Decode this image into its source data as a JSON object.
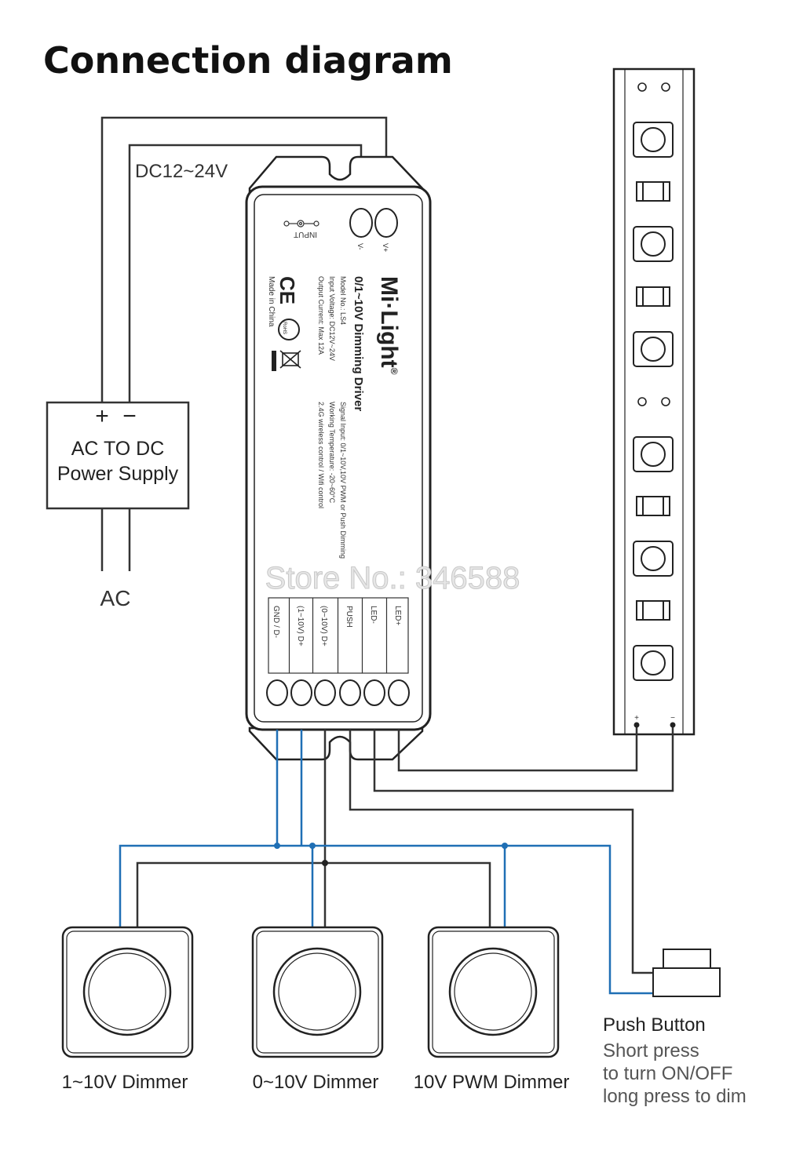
{
  "title": "Connection diagram",
  "power_supply": {
    "voltage_label": "DC12~24V",
    "plus": "+",
    "minus": "−",
    "line1": "AC TO DC",
    "line2": "Power Supply",
    "ac_label": "AC"
  },
  "driver": {
    "brand": "Mi·Light",
    "brand_mark": "®",
    "product": "0/1~10V Dimming Driver",
    "signal_input": "Signal Input: 0/1~10V,10V PWM or Push Dimming",
    "working_temp": "Working Temperature: -20~60°C",
    "wireless": "2.4G wireless control / Wifi control",
    "model": "Model No.: LS4",
    "input_voltage": "Input Voltage: DC12V~24V",
    "output_current": "Output Current: Max 12A",
    "made_in": "Made in China",
    "input_label": "INPUT",
    "v_minus": "V-",
    "v_plus": "V+",
    "ce": "CE",
    "rohs": "RoHS",
    "terminals": [
      "LED+",
      "LED-",
      "PUSH",
      "(0~10V) D+",
      "(1~10V) D+",
      "GND / D-"
    ]
  },
  "strip": {
    "plus": "+",
    "minus": "−"
  },
  "watermark": "Store No.: 346588",
  "dimmers": [
    {
      "label": "1~10V Dimmer"
    },
    {
      "label": "0~10V Dimmer"
    },
    {
      "label": "10V PWM Dimmer"
    }
  ],
  "push_button": {
    "title": "Push Button",
    "line1": "Short press",
    "line2": "to turn ON/OFF",
    "line3": "long press to dim"
  },
  "colors": {
    "wire": "#333333",
    "signal_wire": "#1f6fb5",
    "watermark": "#d9d9d9"
  }
}
